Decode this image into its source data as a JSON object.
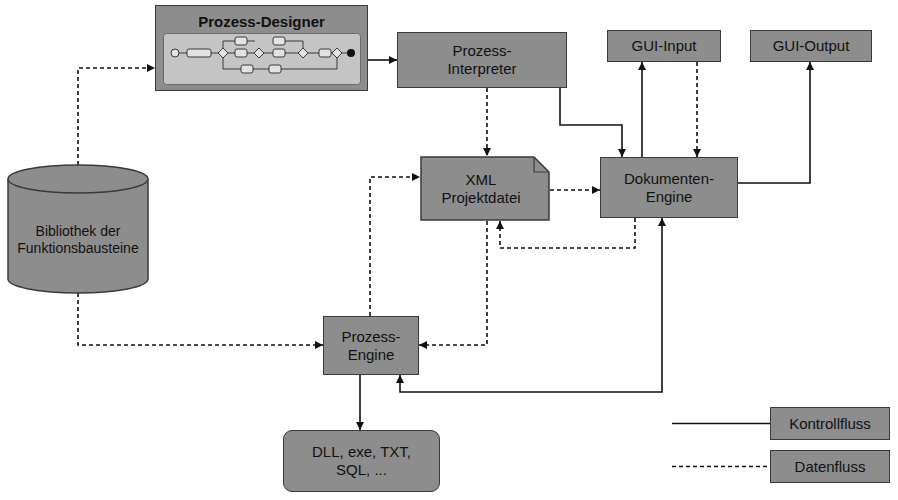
{
  "diagram": {
    "nodes": [
      {
        "text": [
          "Prozess-Designer"
        ]
      },
      {
        "text": [
          "Prozess- Interpreter"
        ]
      },
      {
        "text": [
          "GUI-Input"
        ]
      },
      {
        "text": [
          "GUI-Output"
        ]
      },
      {
        "text": [
          "Bibliothek der Funktionsbausteine"
        ]
      },
      {
        "text": [
          "XML Projektdatei"
        ]
      },
      {
        "text": [
          "Dokumenten- Engine"
        ]
      },
      {
        "text": [
          "Prozess- Engine"
        ]
      },
      {
        "text": [
          "DLL, exe, TXT, SQL, ..."
        ]
      }
    ],
    "edges": [
      {
        "from": 4,
        "to": 0,
        "arrow": "to"
      },
      {
        "from": 0,
        "to": 1,
        "arrow": "to"
      },
      {
        "from": 1,
        "to": 5,
        "arrow": "to"
      },
      {
        "from": 1,
        "to": 6,
        "arrow": "to"
      },
      {
        "from": 6,
        "to": 2,
        "arrow": "to"
      },
      {
        "from": 2,
        "to": 6,
        "arrow": "to"
      },
      {
        "from": 6,
        "to": 3,
        "arrow": "to"
      },
      {
        "from": 5,
        "to": 6,
        "arrow": "to"
      },
      {
        "from": 6,
        "to": 5,
        "arrow": "to"
      },
      {
        "from": 7,
        "to": 5,
        "arrow": "to"
      },
      {
        "from": 5,
        "to": 7,
        "arrow": "to"
      },
      {
        "from": 4,
        "to": 7,
        "arrow": "to"
      },
      {
        "from": 7,
        "to": 8,
        "arrow": "to"
      },
      {
        "from": 6,
        "to": 7,
        "arrow": "both"
      }
    ],
    "legend": [
      {
        "text": "Kontrollfluss"
      },
      {
        "text": "Datenfluss"
      }
    ]
  }
}
